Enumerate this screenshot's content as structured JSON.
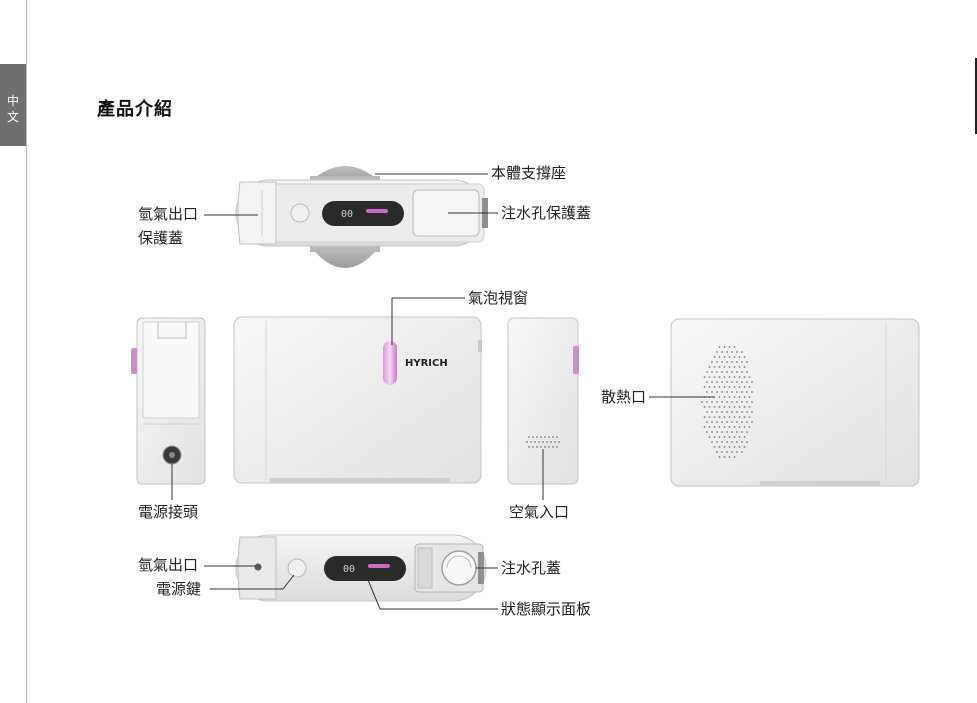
{
  "sidebar": {
    "lang_tab": [
      "中",
      "文"
    ]
  },
  "page": {
    "title": "產品介紹"
  },
  "labels": {
    "stand": "本體支撐座",
    "h2_outlet_cover_1": "氫氣出口",
    "h2_outlet_cover_2": "保護蓋",
    "fill_port_protect_cover": "注水孔保護蓋",
    "bubble_window": "氣泡視窗",
    "vent": "散熱口",
    "power_jack": "電源接頭",
    "air_inlet": "空氣入口",
    "h2_outlet": "氫氣出口",
    "power_key": "電源鍵",
    "fill_port_cover": "注水孔蓋",
    "status_panel": "狀態顯示面板"
  },
  "device": {
    "brand": "HYRICH",
    "display_digits": "00",
    "accent_color": "#c86cc8",
    "display_color": "#2a2a2a"
  }
}
